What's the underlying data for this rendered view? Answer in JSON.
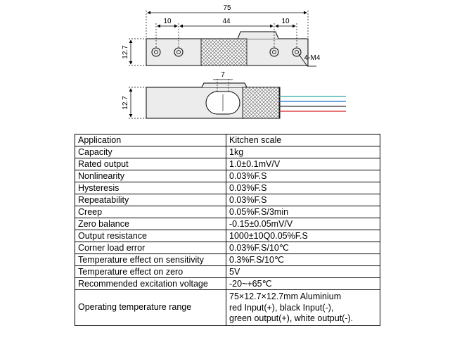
{
  "drawing": {
    "dim_total": "75",
    "dim_left": "10",
    "dim_mid": "44",
    "dim_right": "10",
    "dim_height_top": "12.7",
    "dim_height_side": "12.7",
    "dim_hole_gap": "7",
    "hole_callout": "4-M4",
    "wire_colors": [
      "#27a9a3",
      "#1f6fc9",
      "#333333",
      "#d62020"
    ]
  },
  "specs": [
    {
      "label": "Application",
      "value": "Kitchen scale"
    },
    {
      "label": "Capacity",
      "value": "1kg"
    },
    {
      "label": "Rated output",
      "value": "1.0±0.1mV/V"
    },
    {
      "label": "Nonlinearity",
      "value": "0.03%F.S"
    },
    {
      "label": "Hysteresis",
      "value": "0.03%F.S"
    },
    {
      "label": "Repeatability",
      "value": "0.03%F.S"
    },
    {
      "label": "Creep",
      "value": "0.05%F.S/3min"
    },
    {
      "label": "Zero balance",
      "value": "-0.15±0.05mV/V"
    },
    {
      "label": "Output resistance",
      "value": "1000±10Q0.05%F.S"
    },
    {
      "label": "Corner load error",
      "value": "0.03%F.S/10℃"
    },
    {
      "label": "Temperature effect on sensitivity",
      "value": "0.3%F.S/10℃"
    },
    {
      "label": "Temperature effect on zero",
      "value": "5V"
    },
    {
      "label": "Recommended excitation voltage",
      "value": "-20~+65℃"
    },
    {
      "label": "Operating temperature range",
      "value_lines": [
        "75×12.7×12.7mm Aluminium",
        "red Input(+), black Input(-),",
        "green output(+), white output(-)."
      ]
    }
  ]
}
